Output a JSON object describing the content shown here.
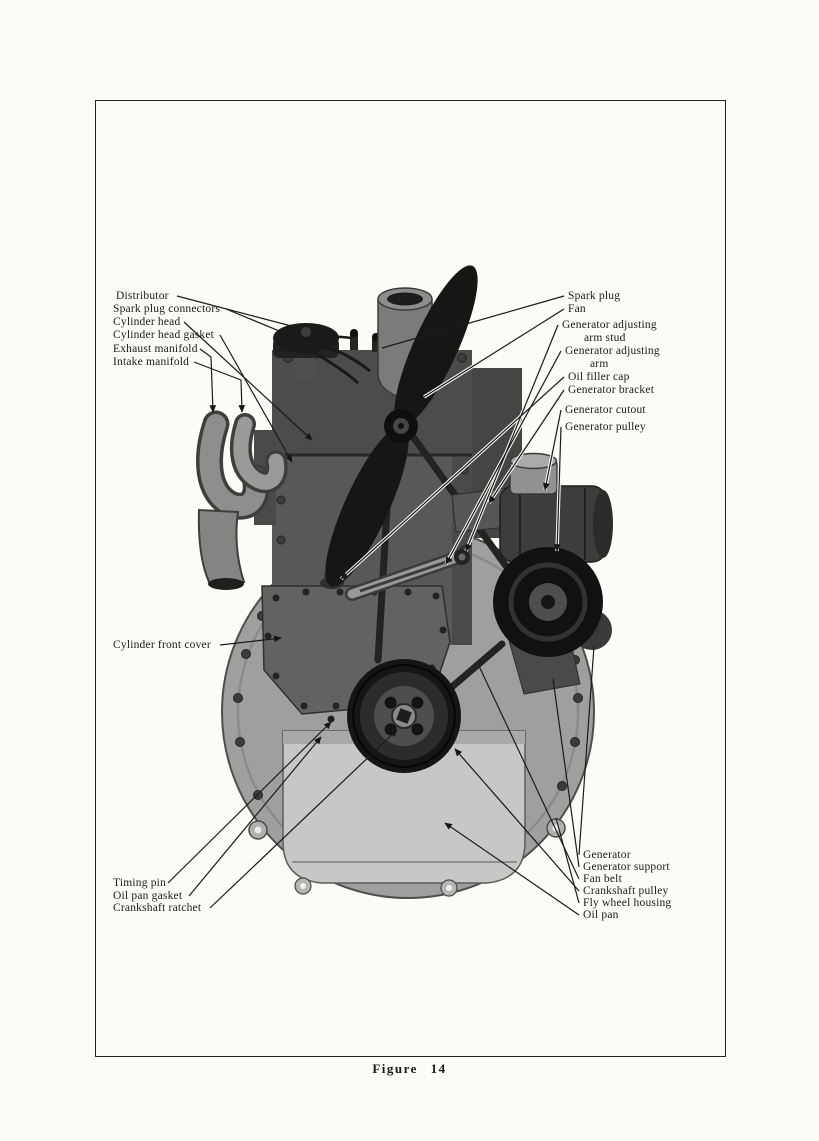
{
  "page": {
    "caption": "Figure 14",
    "ink_color": "#1b1b1b",
    "paper_color": "#fbfbf8"
  },
  "labels": {
    "distributor": "Distributor",
    "spark_plug_connectors": "Spark plug connectors",
    "cylinder_head": "Cylinder head",
    "cylinder_head_gasket": "Cylinder head gasket",
    "exhaust_manifold": "Exhaust manifold",
    "intake_manifold": "Intake manifold",
    "cylinder_front_cover": "Cylinder front cover",
    "timing_pin": "Timing pin",
    "oil_pan_gasket": "Oil pan gasket",
    "crankshaft_ratchet": "Crankshaft ratchet",
    "spark_plug": "Spark plug",
    "fan": "Fan",
    "generator_adjusting_arm_stud": {
      "line1": "Generator adjusting",
      "line2": "arm  stud"
    },
    "generator_adjusting_arm": {
      "line1": "Generator adjusting",
      "line2": "arm"
    },
    "oil_filler_cap": "Oil filler cap",
    "generator_bracket": "Generator bracket",
    "generator_cutout": "Generator cutout",
    "generator_pulley": "Generator pulley",
    "generator": "Generator",
    "generator_support": "Generator support",
    "fan_belt": "Fan belt",
    "crankshaft_pulley": "Crankshaft pulley",
    "fly_wheel_housing": "Fly wheel housing",
    "oil_pan": "Oil pan"
  }
}
